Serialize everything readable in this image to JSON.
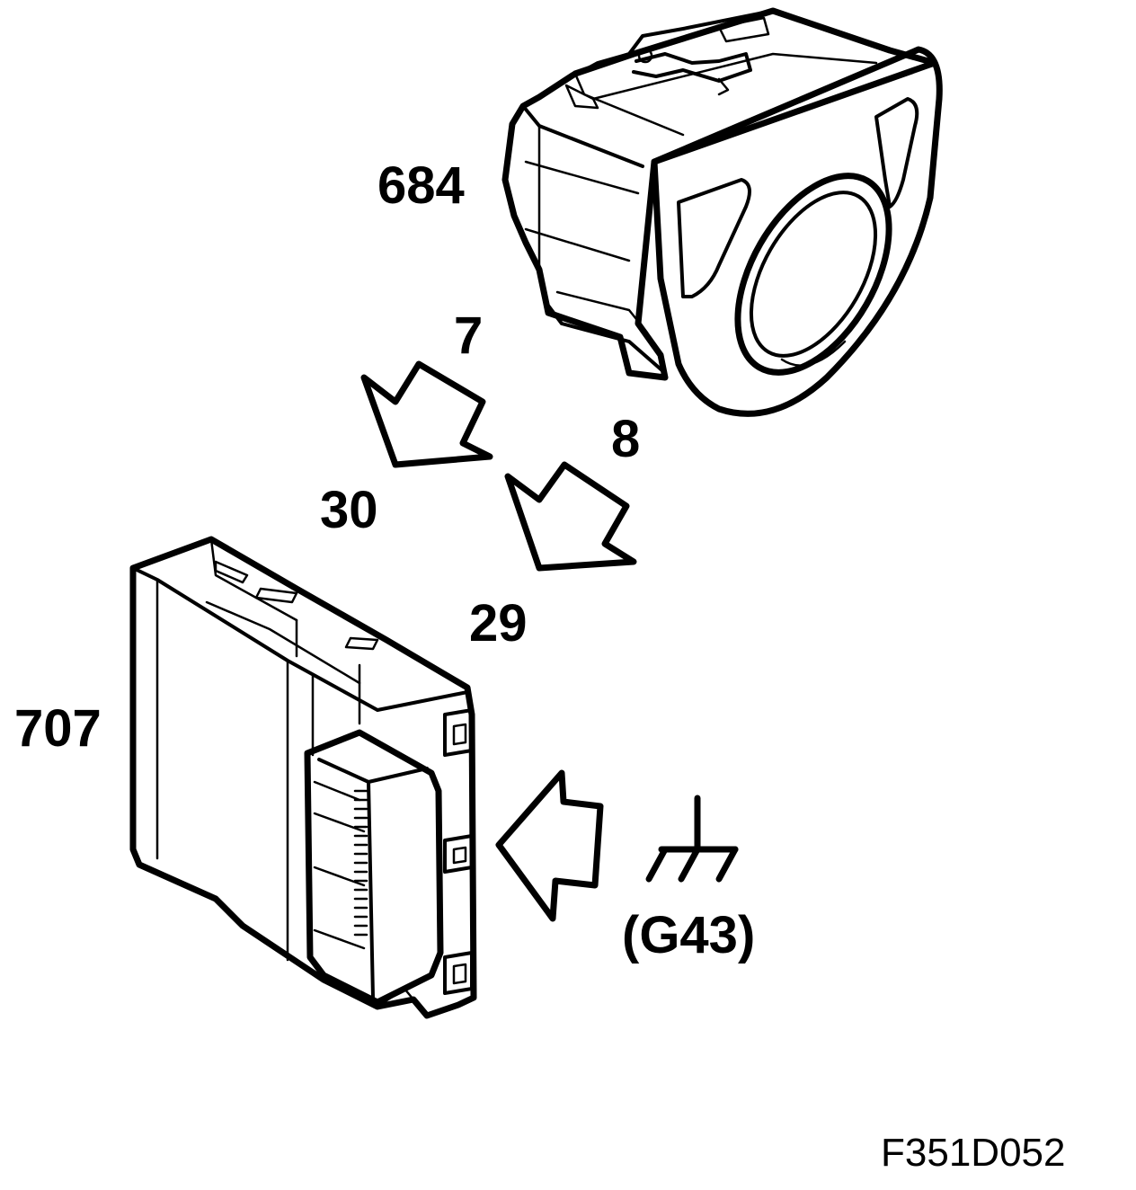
{
  "labels": {
    "switch": "684",
    "pin_7": "7",
    "pin_8": "8",
    "pin_30": "30",
    "pin_29": "29",
    "module": "707",
    "ground": "(G43)",
    "figure_ref": "F351D052"
  }
}
